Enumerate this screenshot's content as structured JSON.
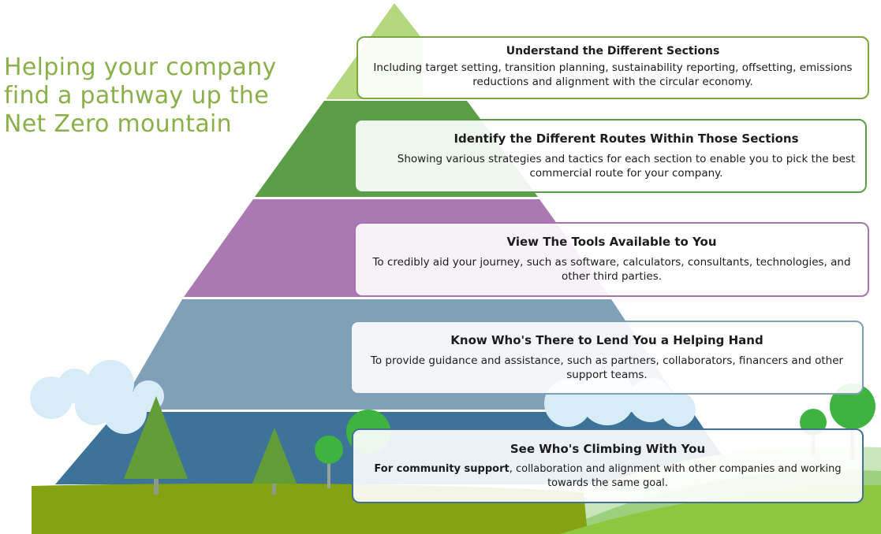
{
  "headline": {
    "line1": "Helping your company",
    "line2": "find a pathway up the",
    "line3": "Net Zero mountain"
  },
  "layers": [
    {
      "title": "Understand the Different Sections",
      "description": "Including target setting, transition planning, sustainability reporting, offsetting, emissions reductions and alignment with the circular economy.",
      "color": "#b5d77e",
      "border_color": "#7aa63b"
    },
    {
      "title": "Identify the Different Routes Within Those Sections",
      "description": "Showing various strategies and tactics for each section to enable you to pick the best commercial route for your company.",
      "color": "#5c9e47",
      "border_color": "#5c9e47"
    },
    {
      "title": "View The Tools Available to You",
      "description": "To credibly aid your journey, such as software, calculators, consultants, technologies, and other third parties.",
      "color": "#ab79b1",
      "border_color": "#a774ad"
    },
    {
      "title": "Know Who's There to Lend You a Helping Hand",
      "description": "To provide guidance and assistance, such as partners, collaborators, financers and other support teams.",
      "color": "#80a0b7",
      "border_color": "#7e9fb6"
    },
    {
      "title": "See Who's Climbing With You",
      "description_lead": "For community support",
      "description": ", collaboration and alignment with other companies and working towards the same goal.",
      "color": "#3e7399",
      "border_color": "#446f93"
    }
  ]
}
